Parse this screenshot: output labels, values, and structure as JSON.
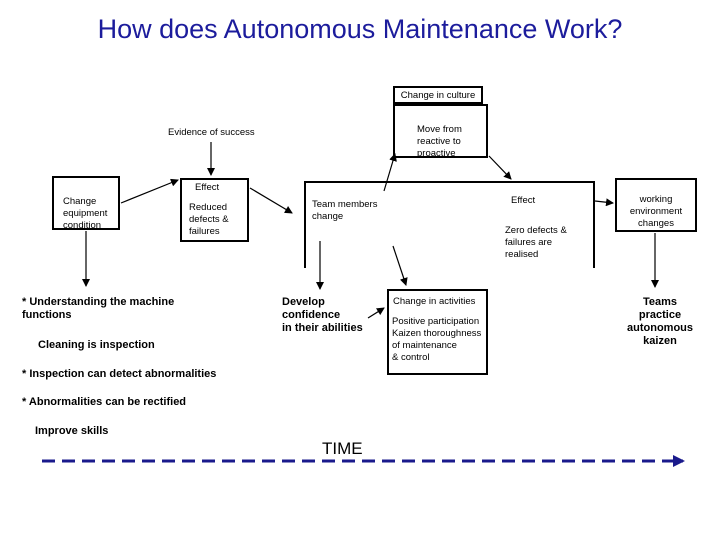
{
  "title": "How does Autonomous Maintenance Work?",
  "boxes": {
    "change_culture": "Change  in culture",
    "move_from": "Move from\nreactive to\nproactive",
    "change_equipment": "Change\nequipment\ncondition",
    "effect1_title": "Effect",
    "effect1_body": "Reduced\ndefects &\nfailures",
    "team_members": "Team members\nchange",
    "effect2_title": "Effect",
    "effect2_body": "Zero defects &\nfailures are\nrealised",
    "working_env": "working\nenvironment\nchanges",
    "change_activities_title": "Change in activities",
    "change_activities_body": "Positive participation\nKaizen thoroughness\nof maintenance\n& control"
  },
  "labels": {
    "evidence": "Evidence of success",
    "understanding": "* Understanding the  machine\nfunctions",
    "cleaning": "Cleaning is inspection",
    "inspection": "* Inspection can detect  abnormalities",
    "abnormalities": "* Abnormalities can be rectified",
    "improve": "Improve skills",
    "develop": "Develop\nconfidence\nin their abilities",
    "teams": "Teams\npractice\nautonomous\nkaizen",
    "time": "TIME"
  }
}
